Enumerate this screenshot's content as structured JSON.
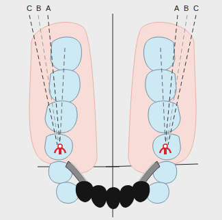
{
  "diagram": {
    "labels": [
      "C",
      "B",
      "A",
      "A",
      "B",
      "C"
    ]
  }
}
